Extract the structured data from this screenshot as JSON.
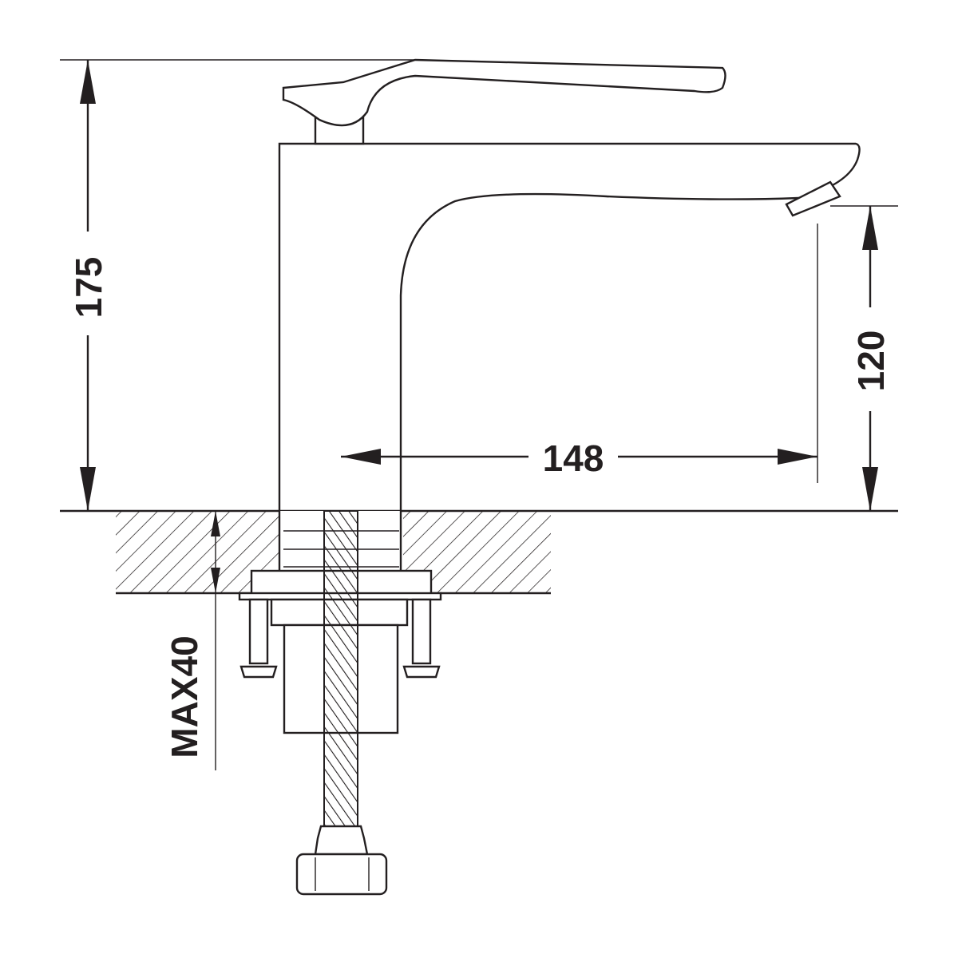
{
  "colors": {
    "line": "#231f20",
    "background": "#ffffff"
  },
  "dimensions": {
    "total_height": "175",
    "spout_height": "120",
    "spout_reach": "148",
    "deck_thickness": "MAX40"
  }
}
